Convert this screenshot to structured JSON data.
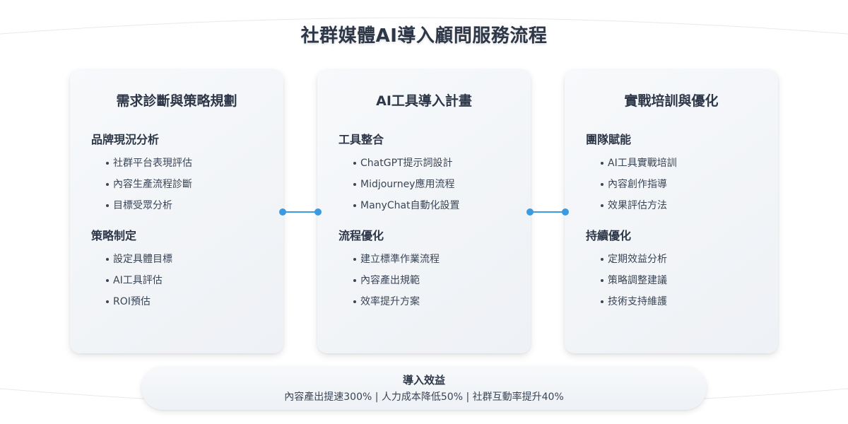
{
  "title": "社群媒體AI導入顧問服務流程",
  "colors": {
    "connector": "#3b9ae1",
    "text": "#2d3748",
    "card_bg": "#f3f5f8"
  },
  "cards": [
    {
      "title": "需求診斷與策略規劃",
      "sections": [
        {
          "title": "品牌現況分析",
          "items": [
            "社群平台表現評估",
            "內容生產流程診斷",
            "目標受眾分析"
          ]
        },
        {
          "title": "策略制定",
          "items": [
            "設定具體目標",
            "AI工具評估",
            "ROI預估"
          ]
        }
      ]
    },
    {
      "title": "AI工具導入計畫",
      "sections": [
        {
          "title": "工具整合",
          "items": [
            "ChatGPT提示詞設計",
            "Midjourney應用流程",
            "ManyChat自動化設置"
          ]
        },
        {
          "title": "流程優化",
          "items": [
            "建立標準作業流程",
            "內容產出規範",
            "效率提升方案"
          ]
        }
      ]
    },
    {
      "title": "實戰培訓與優化",
      "sections": [
        {
          "title": "團隊賦能",
          "items": [
            "AI工具實戰培訓",
            "內容創作指導",
            "效果評估方法"
          ]
        },
        {
          "title": "持續優化",
          "items": [
            "定期效益分析",
            "策略調整建議",
            "技術支持維護"
          ]
        }
      ]
    }
  ],
  "result": {
    "title": "導入效益",
    "text": "內容產出提速300% | 人力成本降低50% | 社群互動率提升40%"
  }
}
